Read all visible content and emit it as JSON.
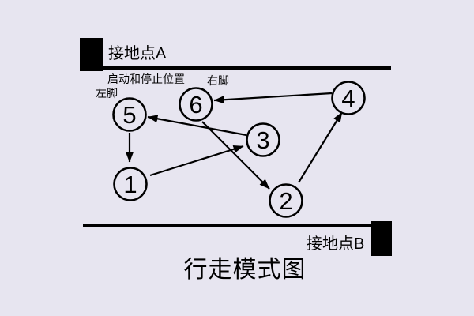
{
  "title": "行走模式图",
  "colors": {
    "background": "#e7e5f0",
    "ink": "#000000"
  },
  "ground_a": {
    "label": "接地点A"
  },
  "ground_b": {
    "label": "接地点B"
  },
  "annotations": {
    "start_stop_position": "启动和停止位置",
    "left_foot": "左脚",
    "right_foot": "右脚"
  },
  "steps": [
    {
      "number": "1"
    },
    {
      "number": "2"
    },
    {
      "number": "3"
    },
    {
      "number": "4"
    },
    {
      "number": "5"
    },
    {
      "number": "6"
    }
  ],
  "sequence": [
    {
      "from": "5",
      "to": "1"
    },
    {
      "from": "1",
      "to": "3"
    },
    {
      "from": "3",
      "to": "5"
    },
    {
      "from": "6",
      "to": "2"
    },
    {
      "from": "2",
      "to": "4"
    },
    {
      "from": "4",
      "to": "6"
    }
  ]
}
